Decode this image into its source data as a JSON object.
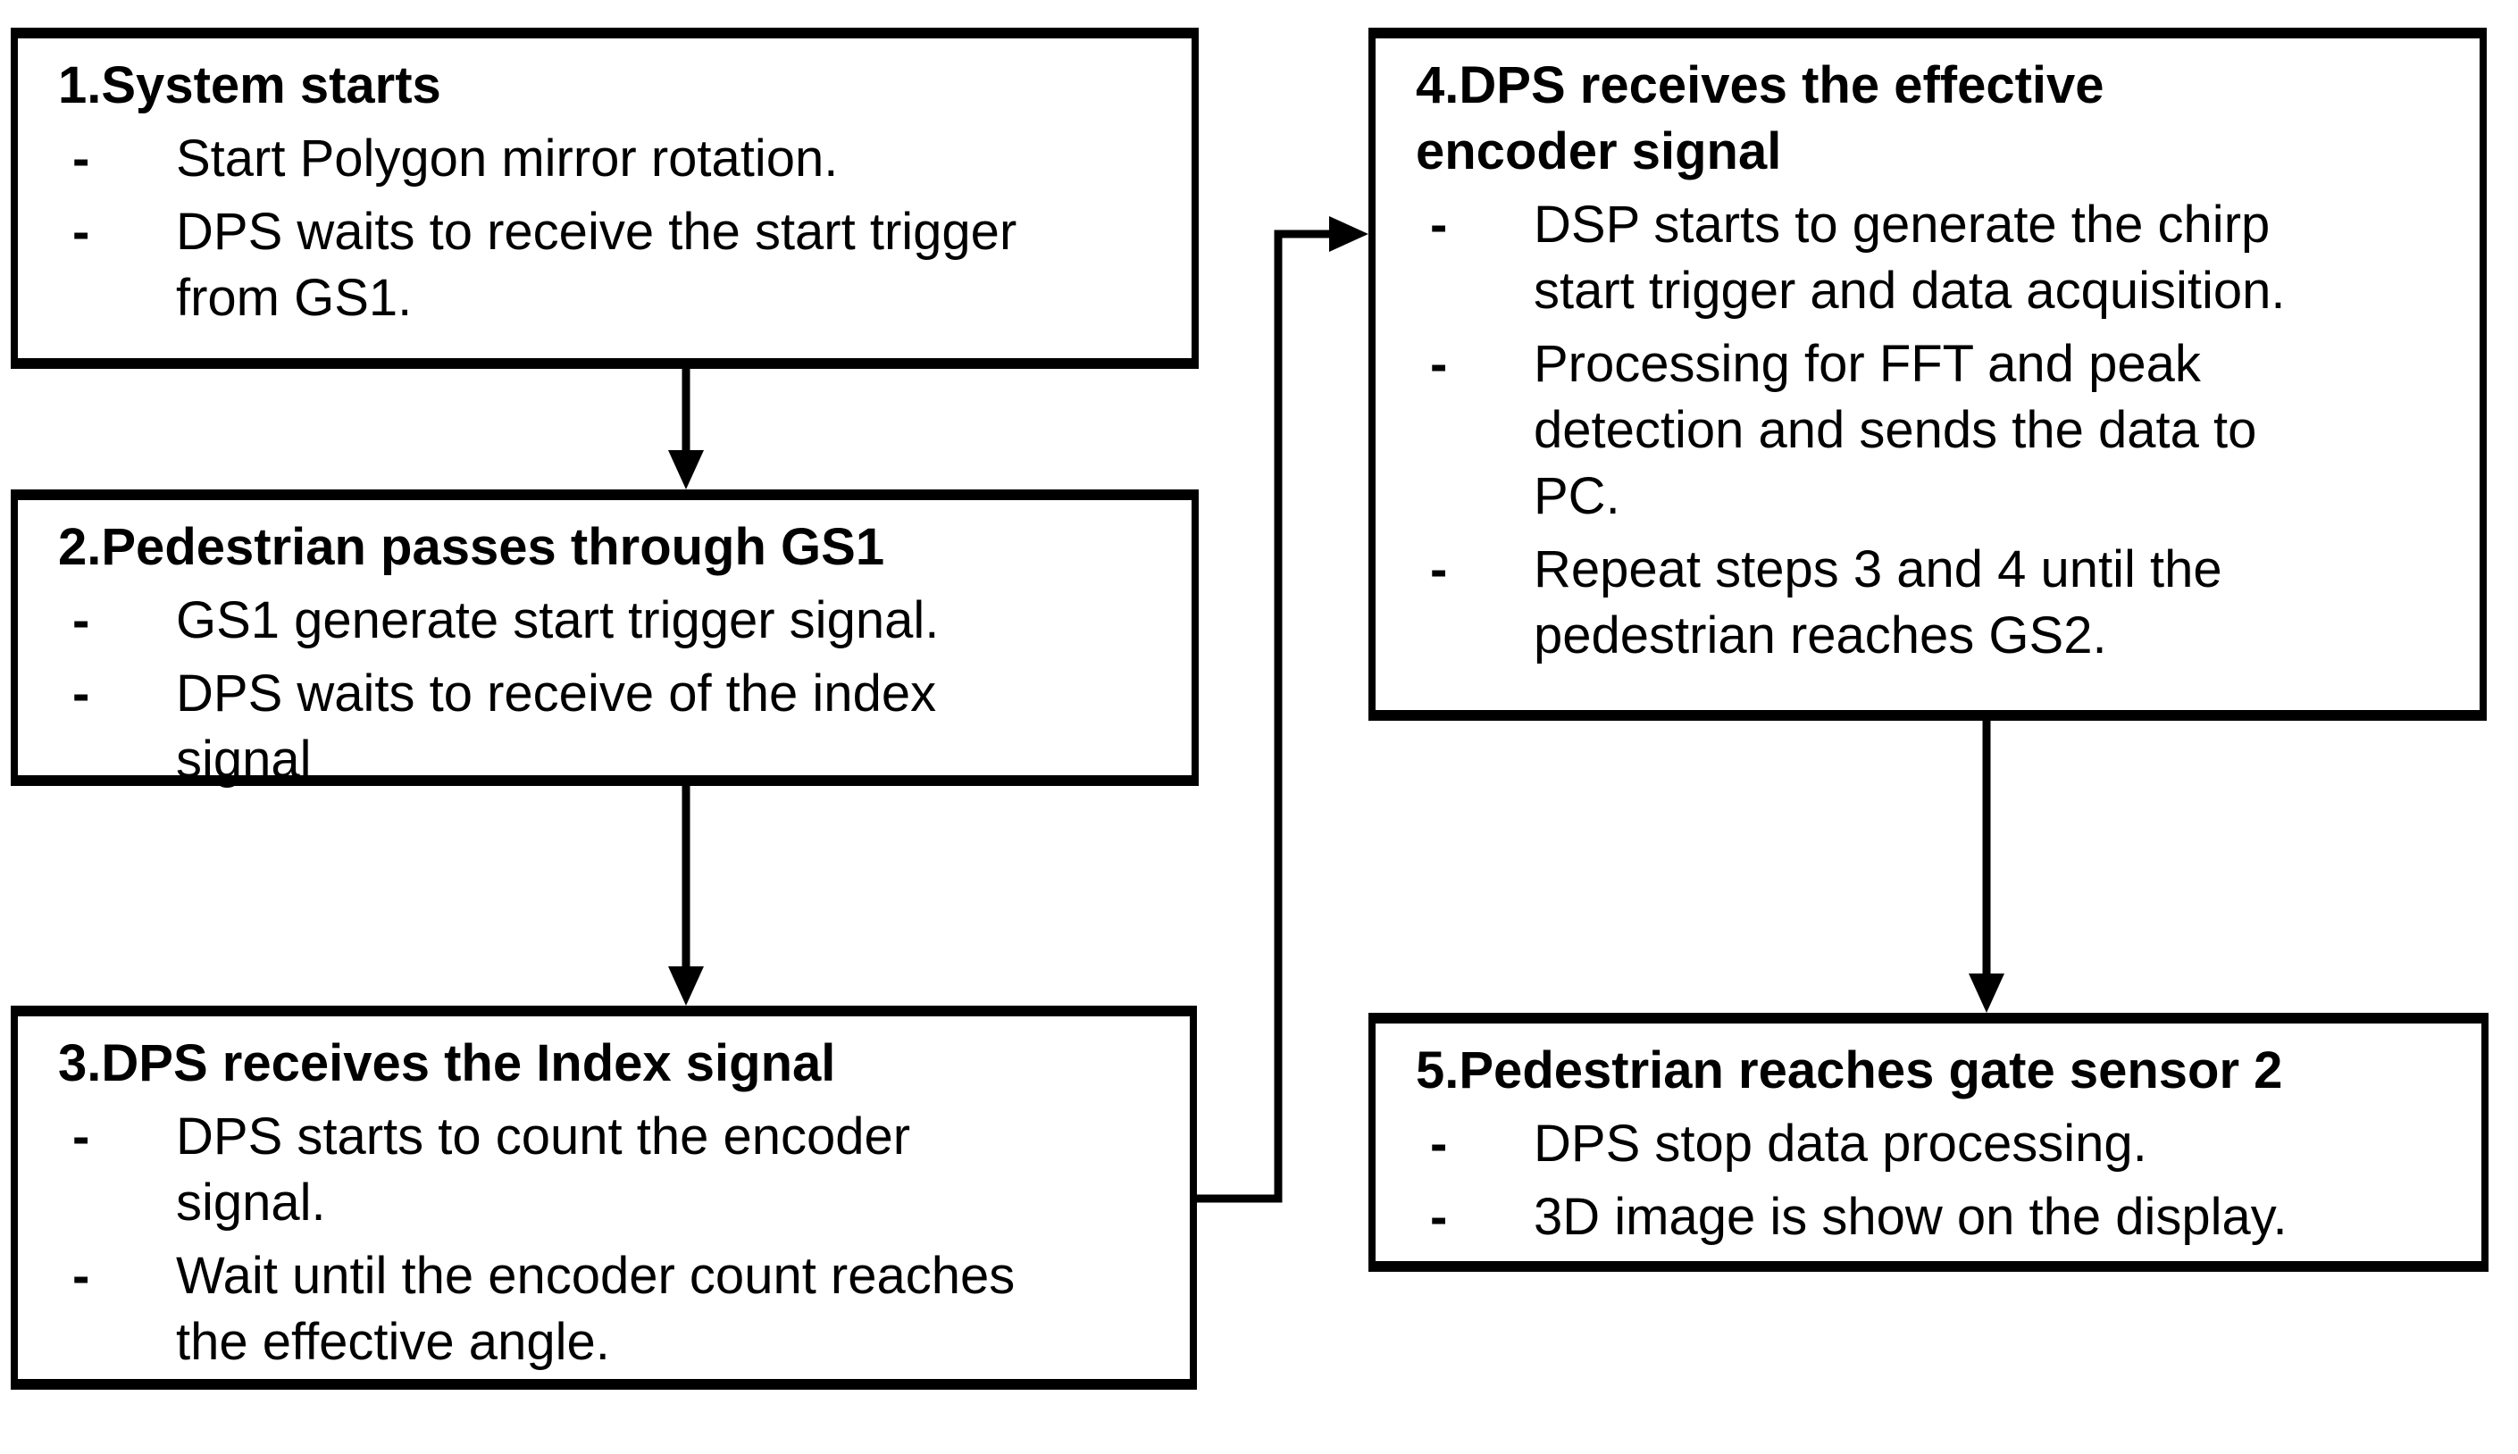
{
  "page": {
    "background_color": "#ffffff",
    "ink_color": "#000000"
  },
  "diagram": {
    "bullet_char": "-",
    "boxes": [
      {
        "id": "step-1",
        "title": "1.System starts",
        "bullets": [
          "Start Polygon mirror rotation.",
          "DPS waits to receive the start trigger\nfrom GS1."
        ]
      },
      {
        "id": "step-2",
        "title": "2.Pedestrian passes through GS1",
        "bullets": [
          "GS1 generate start trigger signal.",
          "DPS waits to receive of the index\nsignal"
        ]
      },
      {
        "id": "step-3",
        "title": "3.DPS receives the Index signal",
        "bullets": [
          "DPS starts to count the encoder\nsignal.",
          "Wait until the encoder count reaches\nthe effective angle."
        ]
      },
      {
        "id": "step-4",
        "title": "4.DPS receives the effective\nencoder signal",
        "bullets": [
          "DSP starts to generate the chirp\nstart trigger and data acquisition.",
          "Processing for FFT and peak\ndetection and sends the data to\nPC.",
          "Repeat steps 3 and 4 until the\npedestrian reaches GS2."
        ]
      },
      {
        "id": "step-5",
        "title": "5.Pedestrian reaches gate sensor 2",
        "bullets": [
          "DPS stop data processing.",
          "3D image is show on the display."
        ]
      }
    ],
    "connections": [
      {
        "from": "step-1",
        "to": "step-2",
        "shape": "straight-down-arrow"
      },
      {
        "from": "step-2",
        "to": "step-3",
        "shape": "straight-down-arrow"
      },
      {
        "from": "step-3",
        "to": "step-4",
        "shape": "elbow-right-up-arrow"
      },
      {
        "from": "step-4",
        "to": "step-5",
        "shape": "straight-down-arrow"
      }
    ]
  }
}
